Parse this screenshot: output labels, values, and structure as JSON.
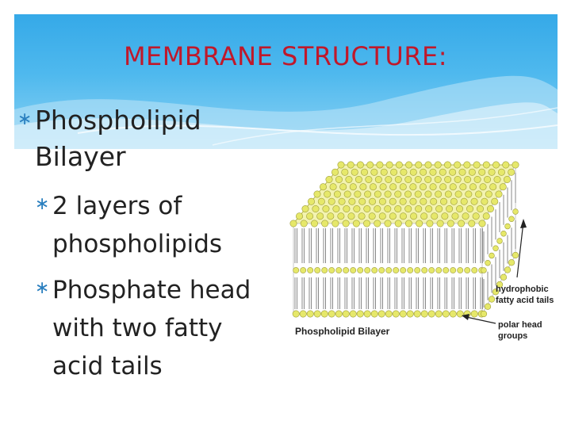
{
  "slide": {
    "title": "MEMBRANE STRUCTURE:",
    "bullets": [
      {
        "line1": "Phospholipid",
        "line2": "Bilayer"
      },
      {
        "line1": "2 layers of",
        "line2": "phospholipids"
      },
      {
        "line1": "Phosphate head",
        "line2": "with two fatty",
        "line3": "acid tails"
      }
    ],
    "bullet_marker": "∗"
  },
  "diagram": {
    "caption": "Phospholipid Bilayer",
    "label_tails_line1": "hydrophobic",
    "label_tails_line2": "fatty acid tails",
    "label_heads_line1": "polar head",
    "label_heads_line2": "groups",
    "head_color": "#e6e86a",
    "tail_color": "#888888"
  }
}
